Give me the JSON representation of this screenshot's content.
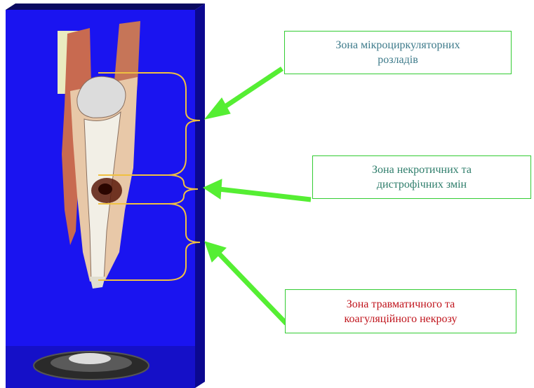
{
  "colors": {
    "panel": "#1a14f0",
    "panel_side": "#0b0890",
    "panel_top": "#0a0a60",
    "bracket": "#f0c040",
    "arrow": "#55ee33",
    "box_border": "#33cc33",
    "text_green": "#2e7d6b",
    "text_red": "#c0141c"
  },
  "zones": [
    {
      "line1": "Зона мікроциркуляторних",
      "line2": "розладів",
      "text_color": "#3d7a8a"
    },
    {
      "line1": "Зона некротичних та",
      "line2": "дистрофічних змін",
      "text_color": "#2e7d6b"
    },
    {
      "line1": "Зона травматичного та",
      "line2": "коагуляційного некрозу",
      "text_color": "#c0141c"
    }
  ]
}
